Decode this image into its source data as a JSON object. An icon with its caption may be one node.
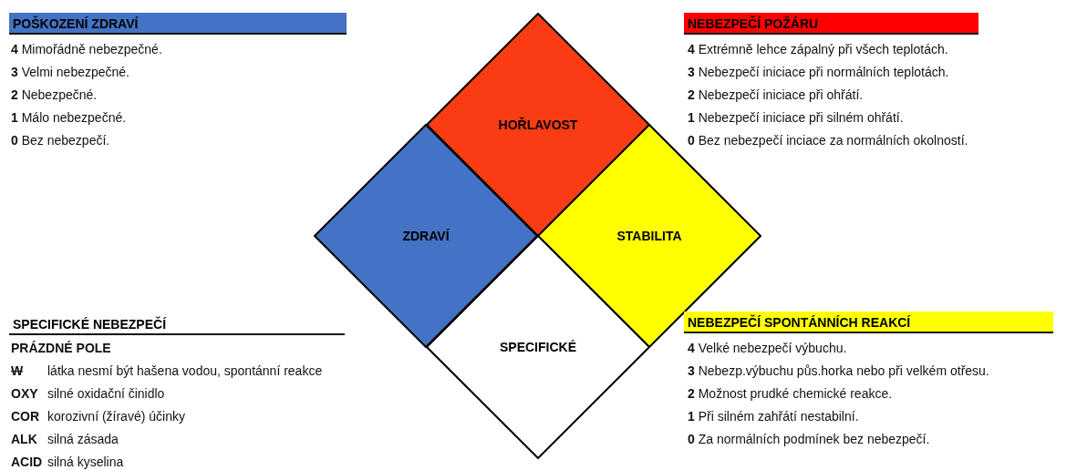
{
  "diagram": {
    "nodes": [
      {
        "text": [
          "POŠKOZENÍ ZDRAVÍ"
        ]
      },
      {
        "text": [
          "HOŘLAVOST"
        ]
      },
      {
        "text": [
          "NEBEZPEČÍ POŽÁRU"
        ]
      },
      {
        "text": [
          "ZDRAVÍ"
        ]
      },
      {
        "text": [
          "STABILITA"
        ]
      },
      {
        "text": [
          "SPECIFICKÉ NEBEZPEČÍ"
        ]
      },
      {
        "text": [
          "NEBEZPEČÍ SPONTÁNNÍCH REAKCÍ"
        ]
      },
      {
        "text": [
          "SPECIFICKÉ"
        ]
      }
    ],
    "edges": [],
    "labels": [
      "**4** Mimořádně nebezpečné.",
      "**3** Velmi nebezpečné.",
      "**2** Nebezpečné.",
      "**1** Málo nebezpečné.",
      "**0** Bez nebezpečí.",
      "**4** Extrémně lehce zápalný při všech teplotách.",
      "**3** Nebezpečí iniciace při normálních teplotách.",
      "**2** Nebezpečí iniciace při ohřátí.",
      "**1** Nebezpečí iniciace při silném ohřátí.",
      "**0** Bez nebezpečí inciace za normálních okolností.",
      "PRÁZDNÉ POLE",
      "W",
      "látka nesmí být hašena vodou, spontánní reakce",
      "OXY",
      "silné oxidační činidlo",
      "COR",
      "korozivní (žíravé) účinky",
      "ALK",
      "silná zásada",
      "ACID",
      "silná kyselina",
      "**4** Velké nebezpečí výbuchu.",
      "**3** Nebezp.výbuchu půs.horka nebo při velkém otřesu.",
      "**2** Možnost prudké chemické reakce.",
      "**1** Při silném zahřátí nestabilní.",
      "**0** Za normálních podmínek bez nebezpečí."
    ]
  }
}
